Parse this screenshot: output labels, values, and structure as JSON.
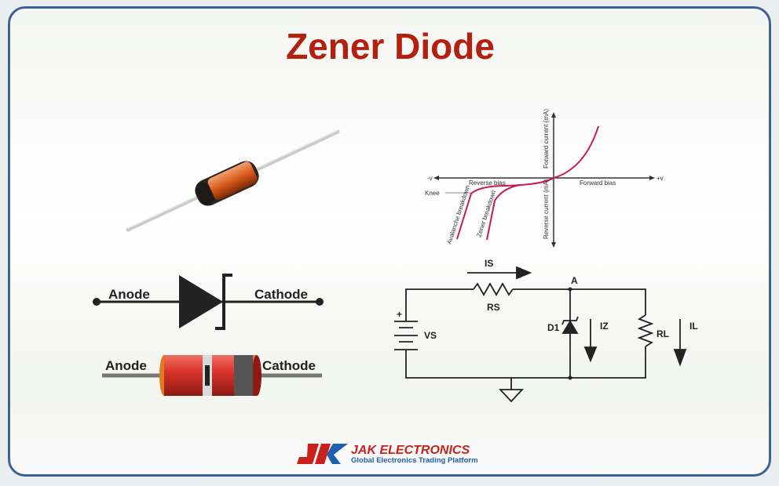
{
  "title": "Zener Diode",
  "graph": {
    "y_pos_label": "Forward current (mA)",
    "y_neg_label": "Reverse current (mA)",
    "x_neg_label": "-v",
    "x_pos_label": "+v",
    "reverse_bias": "Reverse bias",
    "forward_bias": "Forward bias",
    "knee": "Knee",
    "avalanche": "Avalanche breakdown",
    "zener": "Zener breakdown"
  },
  "symbol": {
    "anode": "Anode",
    "cathode": "Cathode"
  },
  "component": {
    "anode": "Anode",
    "cathode": "Cathode"
  },
  "circuit": {
    "is": "IS",
    "rs": "RS",
    "a": "A",
    "vs": "VS",
    "plus": "+",
    "d1": "D1",
    "iz": "IZ",
    "rl": "RL",
    "il": "IL"
  },
  "logo": {
    "name": "JAK ELECTRONICS",
    "tagline": "Global Electronics Trading Platform",
    "mark": "JK"
  },
  "colors": {
    "title": "#b3200f",
    "frame": "#3e6496",
    "curve": "#c8185a",
    "logo_blue": "#1f5fae"
  }
}
